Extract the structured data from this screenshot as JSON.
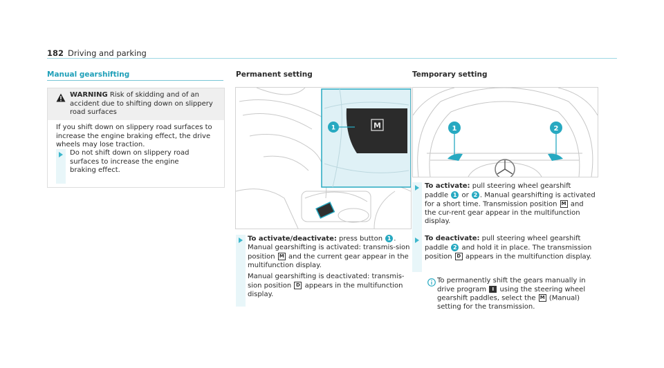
{
  "header": {
    "page_number": "182",
    "title": "Driving and parking"
  },
  "col1": {
    "title": "Manual gearshifting",
    "warning": {
      "label": "WARNING",
      "text": " Risk of skidding and of an accident due to shifting down on slippery road surfaces",
      "body": "If you shift down on slippery road surfaces to increase the engine braking effect, the drive wheels may lose traction.",
      "step": "Do not shift down on slippery road surfaces to increase the engine braking effect."
    }
  },
  "col2": {
    "title": "Permanent setting",
    "callout_1": "1",
    "button_symbol": "M",
    "step": {
      "label": "To activate/deactivate:",
      "t1": " press button ",
      "num": "1",
      "t2": ". Manual gearshifting is activated: transmis-sion position ",
      "sym_m": "M",
      "t3": " and the current gear appear in the multifunction display.",
      "p2a": "Manual gearshifting is deactivated: transmis-sion position ",
      "sym_d": "D",
      "p2b": " appears in the multifunction display."
    }
  },
  "col3": {
    "title": "Temporary setting",
    "callout_1": "1",
    "callout_2": "2",
    "step1": {
      "label": "To activate:",
      "t1": " pull steering wheel gearshift paddle ",
      "n1": "1",
      "t2": " or ",
      "n2": "2",
      "t3": ". Manual gearshifting is activated for a short time. Transmission position ",
      "sym_m": "M",
      "t4": " and the cur-rent gear appear in the multifunction display."
    },
    "step2": {
      "label": "To deactivate:",
      "t1": " pull steering wheel gearshift paddle ",
      "n2": "2",
      "t2": " and hold it in place. The transmission position ",
      "sym_d": "D",
      "t3": " appears in the multifunction display."
    },
    "info": {
      "t1": "To permanently shift the gears manually in drive program ",
      "dp": "I",
      "t2": " using the steering wheel gearshift paddles, select the ",
      "sym_m": "M",
      "t3": " (Manual) setting for the transmission."
    }
  }
}
